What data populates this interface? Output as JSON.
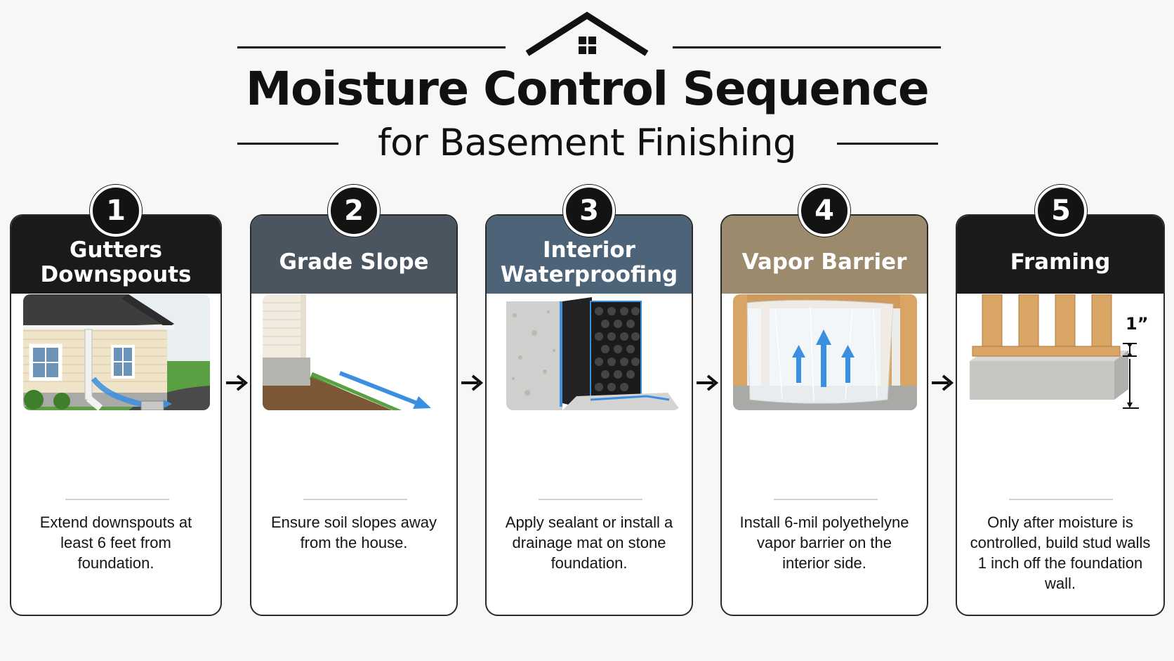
{
  "header": {
    "title": "Moisture Control Sequence",
    "subtitle": "for Basement Finishing",
    "icon": "house-icon"
  },
  "colors": {
    "dark": "#1a1a1a",
    "slate": "#4a5560",
    "steel_blue": "#4d6478",
    "tan": "#9b8b6c",
    "accent_blue": "#3a8fe0"
  },
  "steps": [
    {
      "number": "1",
      "title": "Gutters Downspouts",
      "description": "Extend downspouts at least 6 feet from foundation.",
      "header_color": "#1a1a1a",
      "icon": "house-gutter-downspout-icon"
    },
    {
      "number": "2",
      "title": "Grade Slope",
      "description": "Ensure soil slopes away from the house.",
      "header_color": "#4a5560",
      "icon": "soil-slope-icon"
    },
    {
      "number": "3",
      "title": "Interior Waterproofing",
      "description": "Apply sealant or install a drainage mat on stone foundation.",
      "header_color": "#4d6478",
      "icon": "drainage-mat-icon"
    },
    {
      "number": "4",
      "title": "Vapor Barrier",
      "description": "Install 6-mil polyethelyne vapor barrier on the interior side.",
      "header_color": "#9b8b6c",
      "icon": "vapor-barrier-icon"
    },
    {
      "number": "5",
      "title": "Framing",
      "description": "Only after moisture is controlled, build stud walls 1 inch off the foundation wall.",
      "header_color": "#1a1a1a",
      "icon": "stud-framing-icon",
      "dimension_label": "1”"
    }
  ],
  "connector_icon": "arrow-right-icon"
}
